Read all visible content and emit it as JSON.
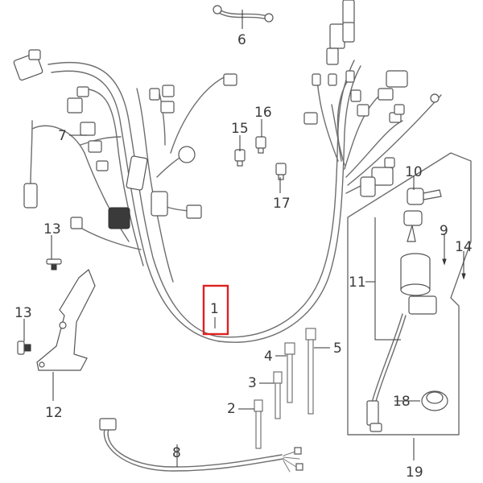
{
  "colors": {
    "highlight": "#e02020",
    "line": "#6e6e6e",
    "label": "#3a3a3a",
    "background": "#ffffff"
  },
  "labels": {
    "p1": "1",
    "p4": "4",
    "p5": "5",
    "p3": "3",
    "p2": "2",
    "p6": "6",
    "p7": "7",
    "p8": "8",
    "p9": "9",
    "p10": "10",
    "p11": "11",
    "p12": "12",
    "p13a": "13",
    "p13b": "13",
    "p14": "14",
    "p15": "15",
    "p16": "16",
    "p17": "17",
    "p18": "18",
    "p19": "19"
  },
  "selected_part": "1"
}
